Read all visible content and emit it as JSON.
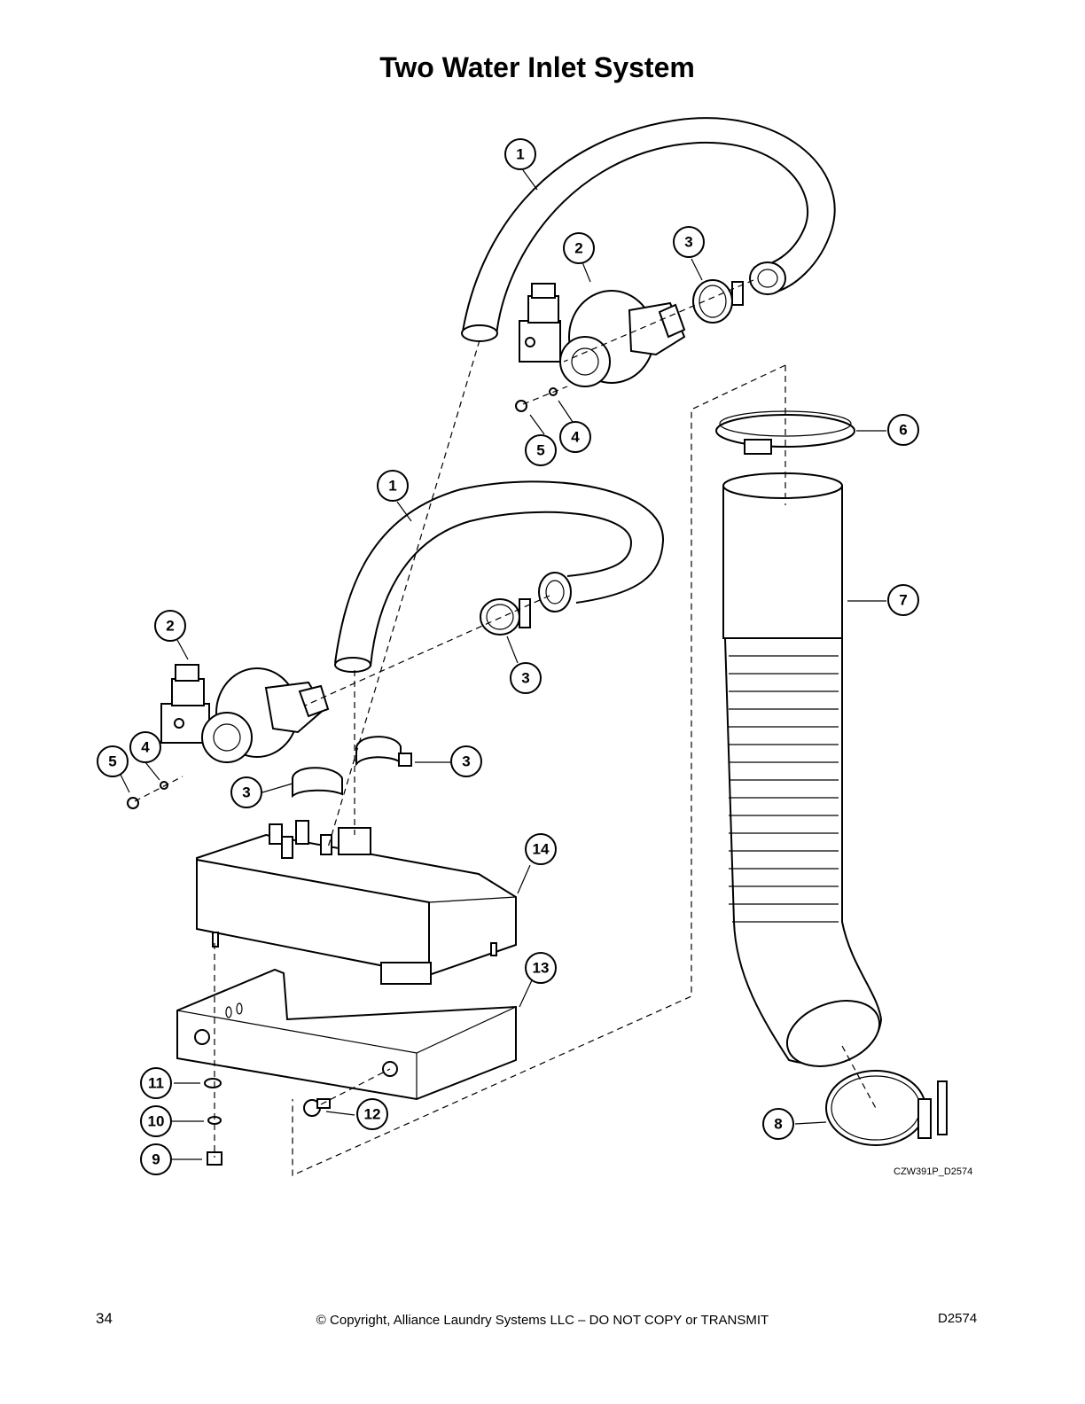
{
  "title": "Two Water Inlet System",
  "drawing_code": "CZW391P_D2574",
  "footer": {
    "page_number": "34",
    "copyright": "© Copyright, Alliance Laundry Systems LLC – DO NOT COPY or TRANSMIT",
    "doc_code": "D2574"
  },
  "callouts": [
    "1",
    "2",
    "3",
    "3",
    "5",
    "4",
    "6",
    "1",
    "7",
    "2",
    "3",
    "4",
    "5",
    "3",
    "3",
    "14",
    "13",
    "11",
    "12",
    "10",
    "8",
    "9"
  ]
}
